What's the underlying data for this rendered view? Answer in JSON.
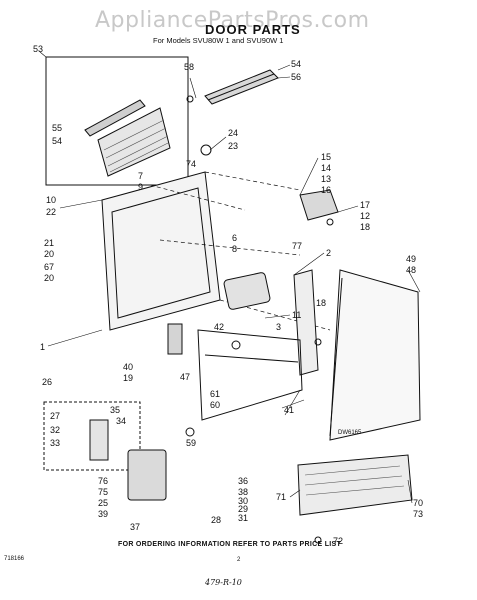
{
  "watermark": "AppliancePartsPros.com",
  "header": {
    "title": "DOOR PARTS",
    "subtitle": "For Models SVU80W 1 and SVU90W 1"
  },
  "footer": {
    "ordering_note": "FOR ORDERING INFORMATION REFER TO PARTS PRICE LIST",
    "code_left": "718166",
    "code_dw": "DW6165",
    "page_number": "2",
    "handwritten": "479-R-10"
  },
  "callouts": [
    "53",
    "58",
    "54",
    "56",
    "55",
    "54",
    "24",
    "23",
    "74",
    "15",
    "14",
    "13",
    "16",
    "7",
    "9",
    "10",
    "22",
    "17",
    "12",
    "18",
    "21",
    "20",
    "67",
    "20",
    "77",
    "6",
    "8",
    "2",
    "49",
    "48",
    "1",
    "11",
    "18",
    "42",
    "3",
    "40",
    "19",
    "47",
    "61",
    "60",
    "41",
    "26",
    "27",
    "35",
    "32",
    "34",
    "33",
    "59",
    "76",
    "75",
    "25",
    "39",
    "36",
    "38",
    "30",
    "29",
    "31",
    "37",
    "28",
    "71",
    "70",
    "73",
    "72"
  ]
}
